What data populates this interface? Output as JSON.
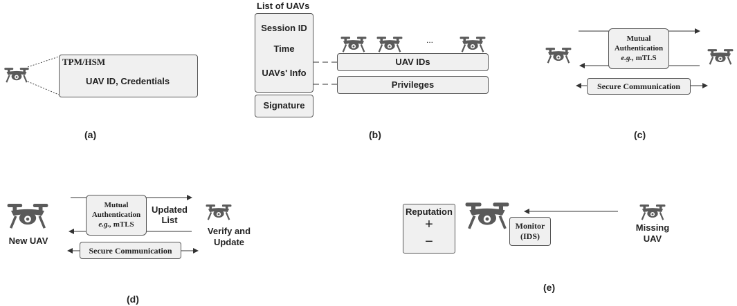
{
  "colors": {
    "border": "#555555",
    "box_fill": "#f0f0f0",
    "drone": "#5a5a5a",
    "arrow": "#333333"
  },
  "a": {
    "tpm": "TPM/HSM",
    "creds": "UAV ID, Credentials",
    "caption": "(a)"
  },
  "b": {
    "list_title": "List of UAVs",
    "session": "Session ID",
    "time": "Time",
    "info": "UAVs' Info",
    "signature": "Signature",
    "ellipsis": "...",
    "uav_ids": "UAV IDs",
    "privileges": "Privileges",
    "caption": "(b)"
  },
  "c": {
    "mutual": "Mutual",
    "auth": "Authentication",
    "eg": "e.g.,",
    "mtls": " mTLS",
    "secure": "Secure Communication",
    "caption": "(c)"
  },
  "d": {
    "mutual": "Mutual",
    "auth": "Authentication",
    "eg": "e.g.,",
    "mtls": " mTLS",
    "updated1": "Updated",
    "updated2": "List",
    "new_uav": "New UAV",
    "verify1": "Verify and",
    "verify2": "Update",
    "secure": "Secure Communication",
    "caption": "(d)"
  },
  "e": {
    "reputation": "Reputation",
    "plus": "+",
    "minus": "−",
    "monitor1": "Monitor",
    "monitor2": "(IDS)",
    "missing1": "Missing",
    "missing2": "UAV",
    "caption": "(e)"
  },
  "icons": [
    "drone-icon"
  ]
}
